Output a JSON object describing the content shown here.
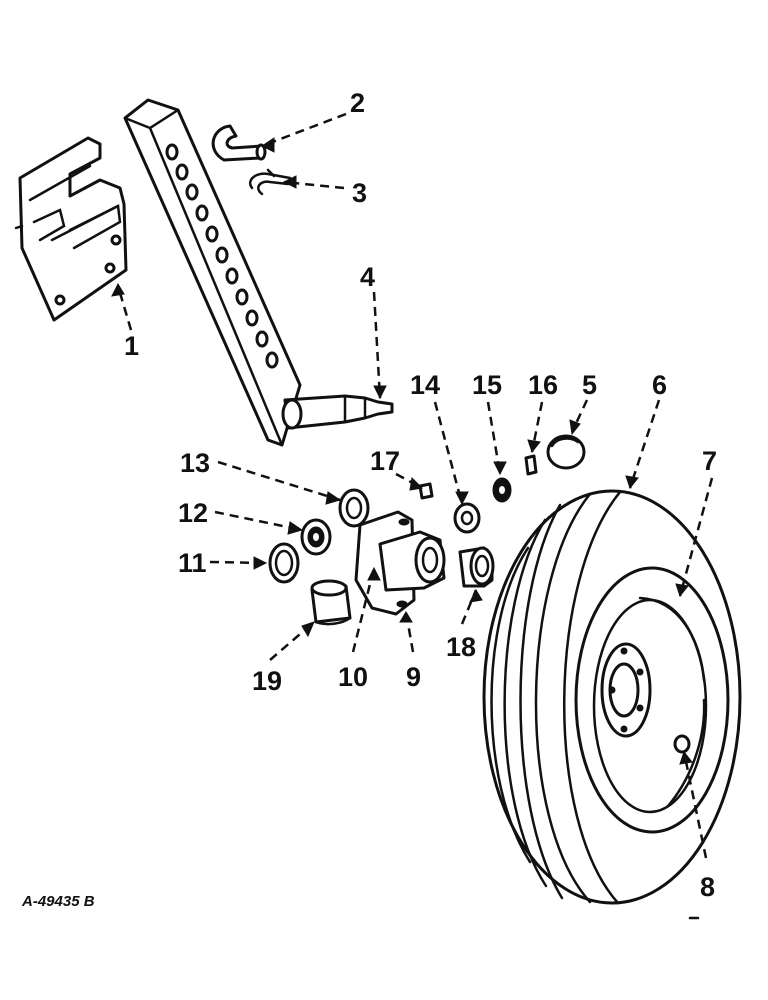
{
  "drawing_number": "A-49435 B",
  "callouts": {
    "c1": "1",
    "c2": "2",
    "c3": "3",
    "c4": "4",
    "c5": "5",
    "c6": "6",
    "c7": "7",
    "c8": "8",
    "c9": "9",
    "c10": "10",
    "c11": "11",
    "c12": "12",
    "c13": "13",
    "c14": "14",
    "c15": "15",
    "c16": "16",
    "c17": "17",
    "c18": "18",
    "c19": "19"
  }
}
